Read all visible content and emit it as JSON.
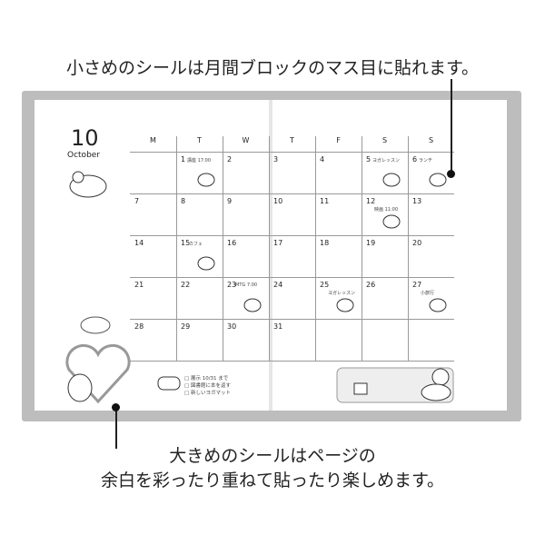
{
  "captions": {
    "top": "小さめのシールは月間ブロックのマス目に貼れます。",
    "bottom_1": "大きめのシールはページの",
    "bottom_2": "余白を彩ったり重ねて貼ったり楽しめます。"
  },
  "calendar": {
    "month_number": "10",
    "month_name": "October",
    "weekdays": [
      "M",
      "T",
      "W",
      "T",
      "F",
      "S",
      "S"
    ],
    "weeks": [
      [
        "",
        "1",
        "2",
        "3",
        "4",
        "5",
        "6"
      ],
      [
        "7",
        "8",
        "9",
        "10",
        "11",
        "12",
        "13"
      ],
      [
        "14",
        "15",
        "16",
        "17",
        "18",
        "19",
        "20"
      ],
      [
        "21",
        "22",
        "23",
        "24",
        "25",
        "26",
        "27"
      ],
      [
        "28",
        "29",
        "30",
        "31",
        "",
        "",
        ""
      ]
    ],
    "notes": [
      {
        "day": "1",
        "text": "講座 17:00"
      },
      {
        "day": "5",
        "text": "ヨガレッスン"
      },
      {
        "day": "6",
        "text": "ランチ"
      },
      {
        "day": "12",
        "text": "映画 11:00"
      },
      {
        "day": "15",
        "text": "カフェ"
      },
      {
        "day": "23",
        "text": "MTG 7:00"
      },
      {
        "day": "25",
        "text": "ヨガレッスン"
      },
      {
        "day": "27",
        "text": "小旅行"
      }
    ]
  },
  "todo": [
    "□ 展示 10/31 まで",
    "□ 図書館に本を返す",
    "□ 新しいヨガマット"
  ]
}
